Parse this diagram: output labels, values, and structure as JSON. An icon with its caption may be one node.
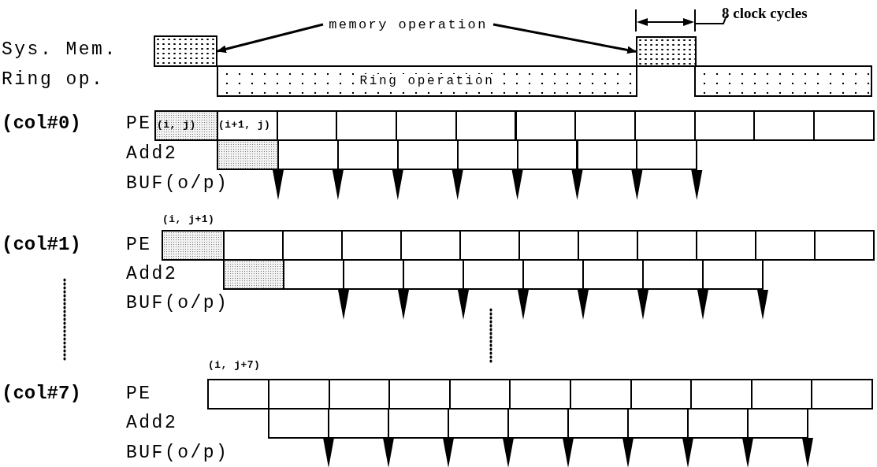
{
  "diagram": {
    "nodes": [
      {
        "text": [
          "memory operation"
        ]
      },
      {
        "text": [],
        "shape": "box"
      },
      {
        "text": [],
        "shape": "box"
      },
      {
        "text": [
          "Ring operation"
        ]
      },
      {
        "text": [],
        "shape": "bar"
      }
    ],
    "edges": [
      {
        "from": 0,
        "to": 1,
        "arrow": "to"
      },
      {
        "from": 0,
        "to": 2,
        "arrow": "to"
      }
    ],
    "labels": [
      "8 clock cycles",
      "Sys. Mem.",
      "Ring op.",
      "(col#0)",
      "PE",
      "(i, j)",
      "(i+1, j)",
      "Add2",
      "BUF(o/p)",
      "(i, j+1)",
      "(col#1)",
      "PE",
      "Add2",
      "BUF(o/p)",
      "(i, j+7)",
      "(col#7)",
      "PE",
      "Add2",
      "BUF(o/p)"
    ]
  }
}
